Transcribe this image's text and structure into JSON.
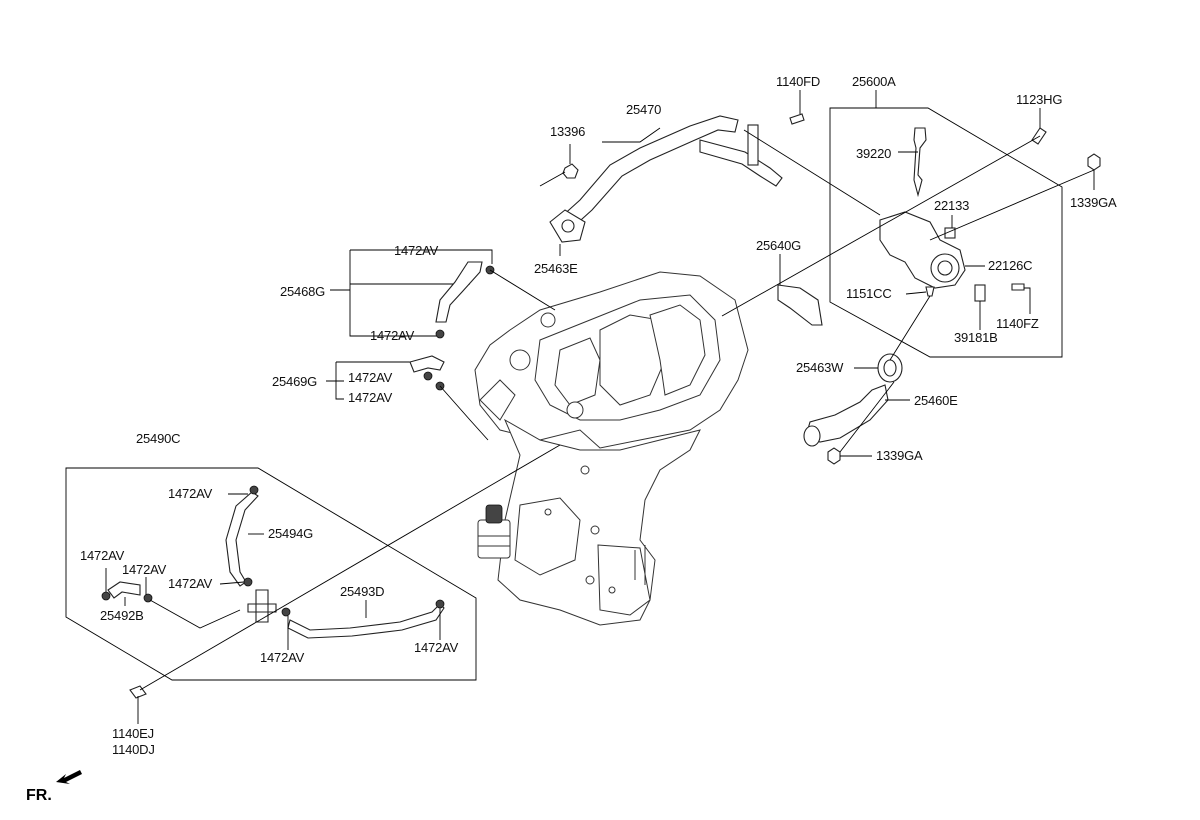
{
  "labels": {
    "p25470": "25470",
    "p13396": "13396",
    "p1140FD": "1140FD",
    "p25600A": "25600A",
    "p1123HG": "1123HG",
    "p39220": "39220",
    "p1339GA_top": "1339GA",
    "p22133": "22133",
    "p25463E": "25463E",
    "p25640G": "25640G",
    "p22126C": "22126C",
    "p1151CC": "1151CC",
    "p1140FZ": "1140FZ",
    "p39181B": "39181B",
    "p1472AV_a": "1472AV",
    "p25468G": "25468G",
    "p1472AV_b": "1472AV",
    "p25469G": "25469G",
    "p1472AV_c": "1472AV",
    "p1472AV_d": "1472AV",
    "p25463W": "25463W",
    "p25460E": "25460E",
    "p1339GA_bot": "1339GA",
    "p25490C": "25490C",
    "p1472AV_e": "1472AV",
    "p25494G": "25494G",
    "p1472AV_f": "1472AV",
    "p1472AV_g": "1472AV",
    "p1472AV_h": "1472AV",
    "p25493D": "25493D",
    "p25492B": "25492B",
    "p1472AV_i": "1472AV",
    "p1472AV_j": "1472AV",
    "p1140EJ": "1140EJ",
    "p1140DJ": "1140DJ",
    "fr": "FR."
  }
}
